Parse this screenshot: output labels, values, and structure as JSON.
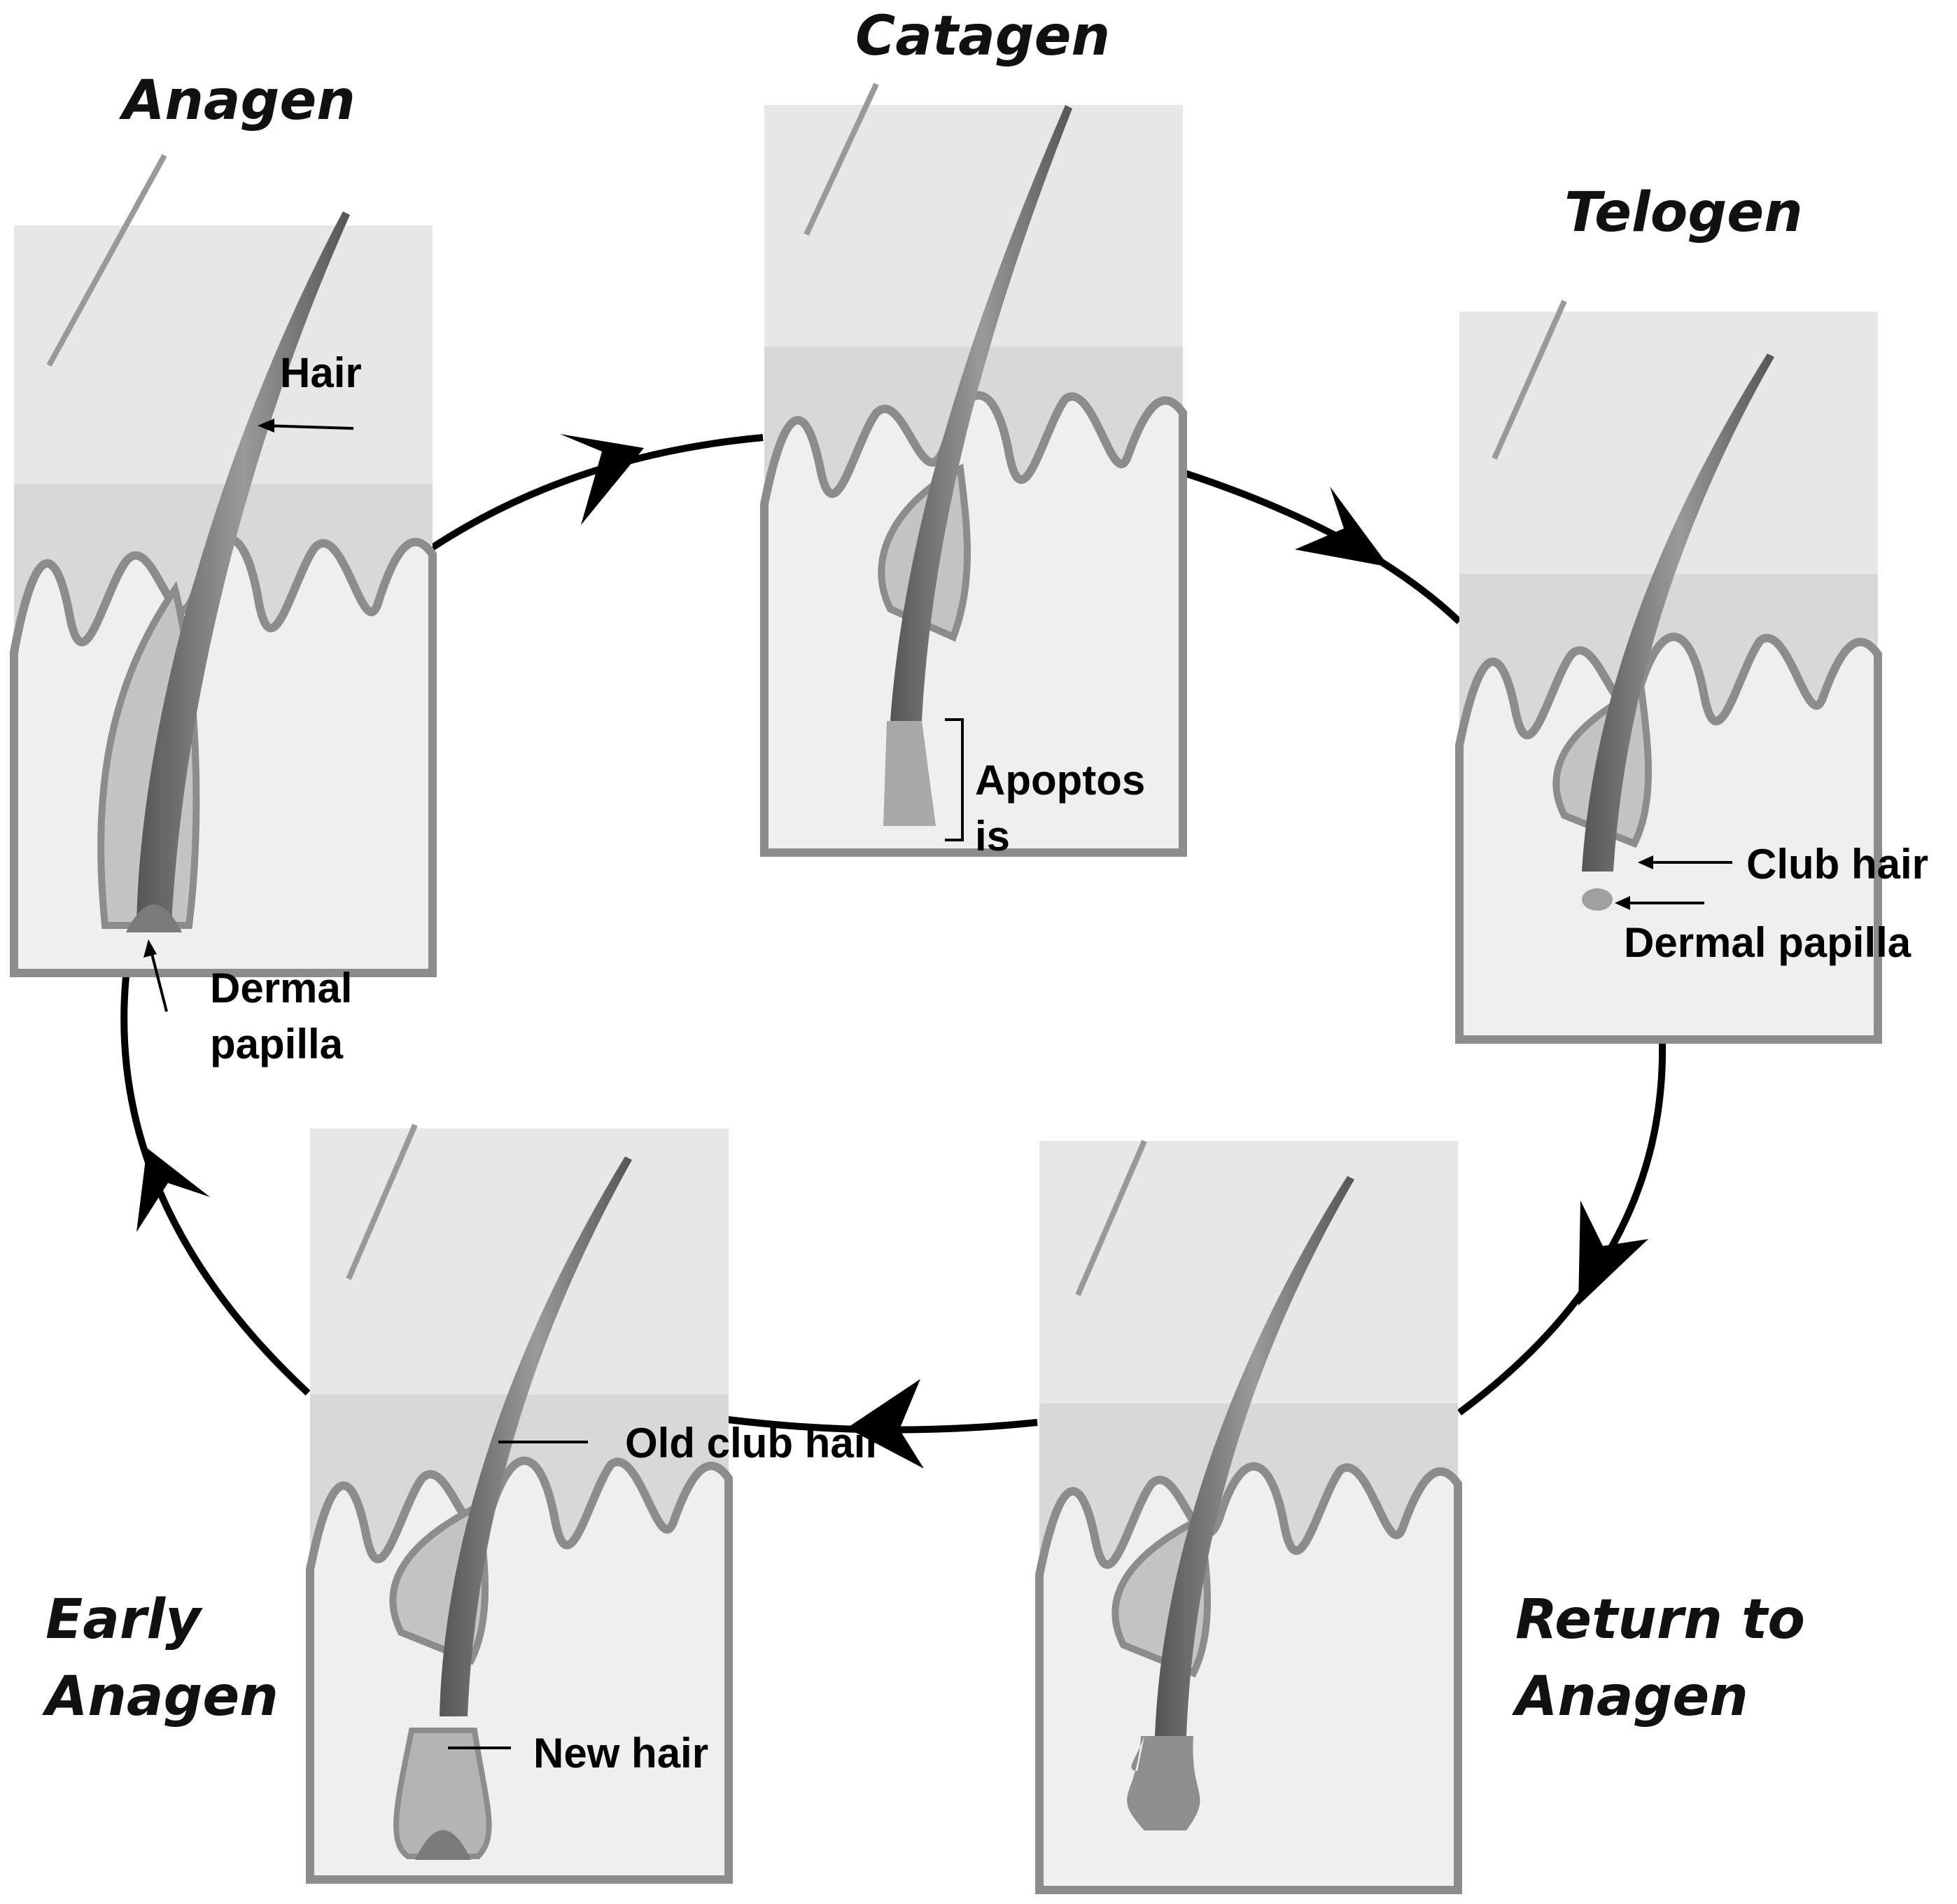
{
  "stages": {
    "anagen": {
      "title": "Anagen"
    },
    "catagen": {
      "title": "Catagen"
    },
    "telogen": {
      "title": "Telogen"
    },
    "return_to_anagen": {
      "title_line1": "Return to",
      "title_line2": "Anagen"
    },
    "early_anagen": {
      "title_line1": "Early",
      "title_line2": "Anagen"
    }
  },
  "labels": {
    "hair": "Hair",
    "anagen_dermal_papilla_line1": "Dermal",
    "anagen_dermal_papilla_line2": "papilla",
    "apoptosis_line1": "Apoptos",
    "apoptosis_line2": "is",
    "club_hair": "Club hair",
    "telogen_dermal_papilla": "Dermal papilla",
    "old_club_hair": "Old club hair",
    "new_hair": "New hair"
  },
  "colors": {
    "skin_top": "#e6e6e6",
    "dermis": "#d6d6d6",
    "lower": "#eeeeee",
    "ridge": "#8c8c8c",
    "hair_shaft": "#6a6a6a",
    "arrow": "#000000"
  }
}
